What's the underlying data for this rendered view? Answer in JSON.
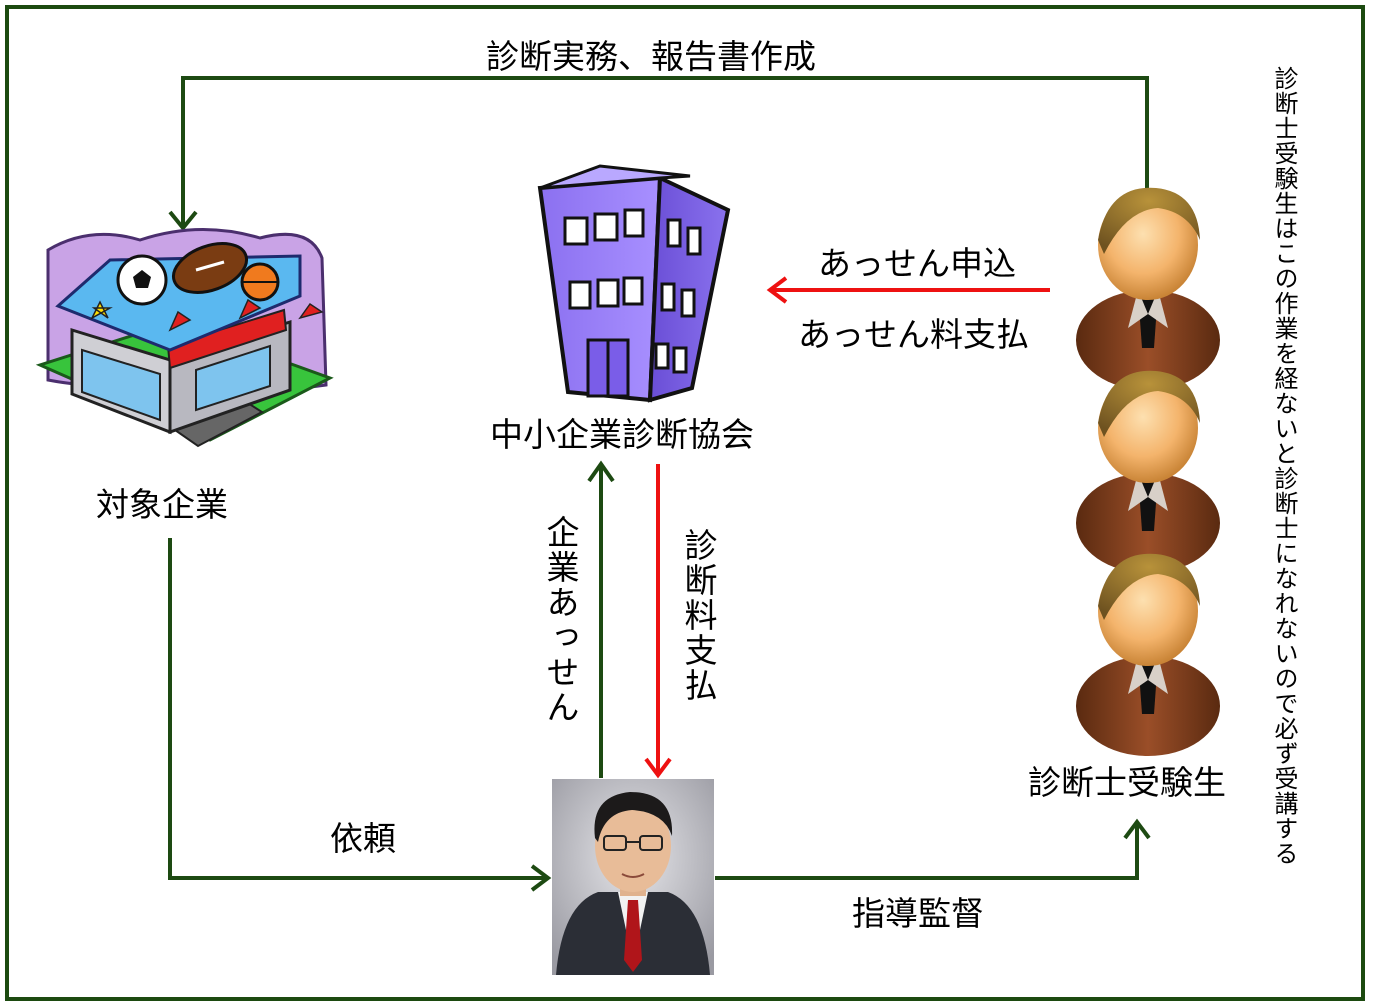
{
  "nodes": {
    "target_company": "対象企業",
    "association": "中小企業診断協会",
    "candidates": "診断士受験生"
  },
  "edges": {
    "diagnosis_work": "診断実務、報告書作成",
    "mediation_apply": "あっせん申込",
    "mediation_fee": "あっせん料支払",
    "company_mediation": "企業あっせん",
    "diagnosis_fee": "診断料支払",
    "request": "依頼",
    "supervision": "指導監督"
  },
  "note": "診断士受験生はこの作業を経ないと診断士になれないので必ず受講する",
  "colors": {
    "frame": "#1c4a10",
    "green_arrow": "#1d4a12",
    "red_arrow": "#ee1111"
  }
}
